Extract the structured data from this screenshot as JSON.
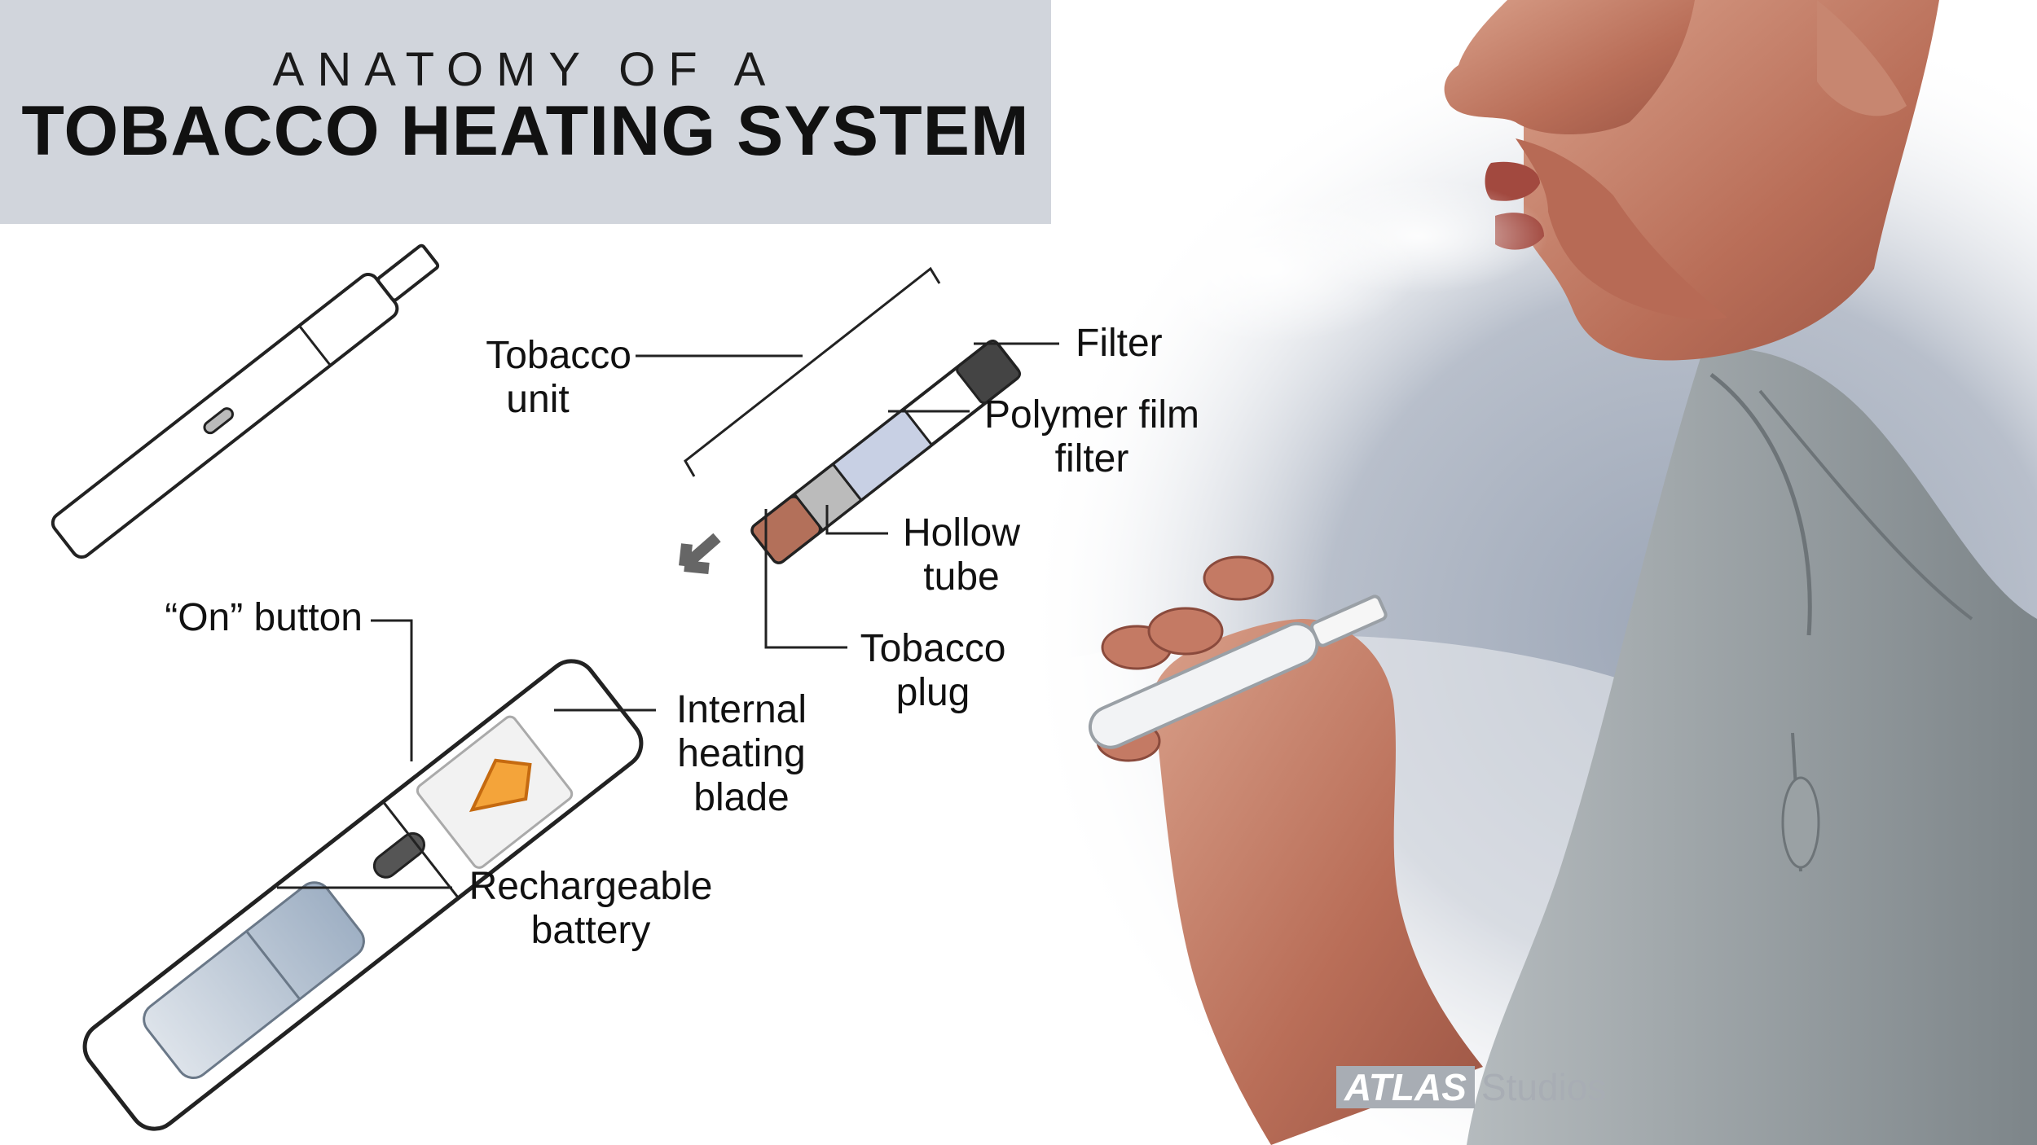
{
  "title": {
    "line1": "ANATOMY OF A",
    "line2": "TOBACCO HEATING SYSTEM"
  },
  "labels": {
    "tobacco_unit_1": "Tobacco",
    "tobacco_unit_2": "unit",
    "filter": "Filter",
    "polymer_1": "Polymer film",
    "polymer_2": "filter",
    "hollow_1": "Hollow",
    "hollow_2": "tube",
    "plug_1": "Tobacco",
    "plug_2": "plug",
    "on_button": "“On” button",
    "blade_1": "Internal",
    "blade_2": "heating",
    "blade_3": "blade",
    "battery_1": "Rechargeable",
    "battery_2": "battery"
  },
  "brand": {
    "part1": "ATLAS",
    "part2": "Studios"
  },
  "colors": {
    "title_bg": "#d1d5dc",
    "device": "#ffffff",
    "skin": "#c9826a",
    "shirt": "#9ca3a6",
    "background_haze": "#b9c0cc",
    "blade": "#f4a43a",
    "tobacco": "#b3705a",
    "film": "#c8d0e4"
  }
}
